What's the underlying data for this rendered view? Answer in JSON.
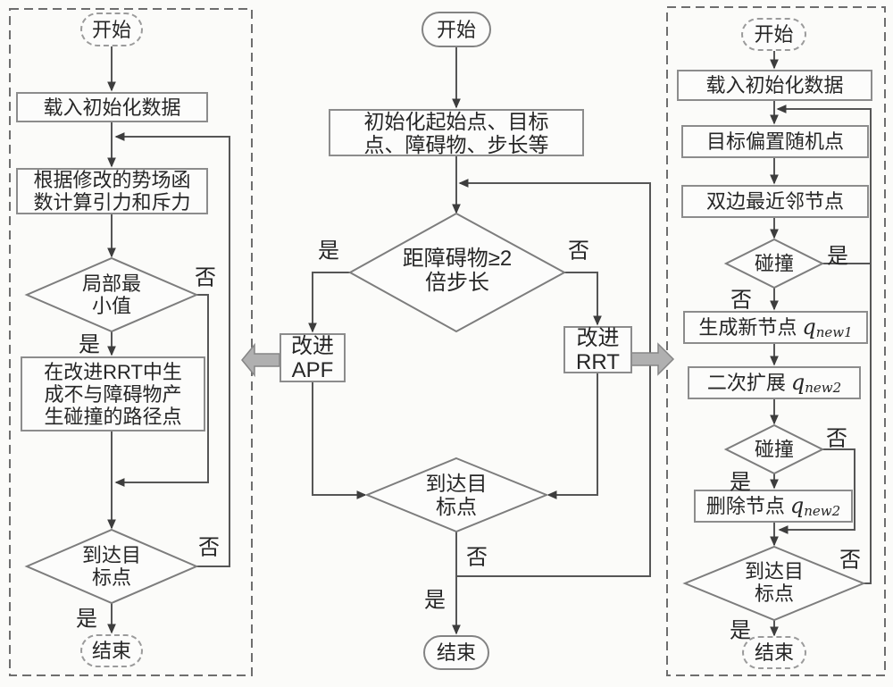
{
  "labels": {
    "yes": "是",
    "no": "否"
  },
  "colors": {
    "background": "#fbfbf9",
    "connector_line": "#565656",
    "arrowhead": "#3d3d3d",
    "box_border": "#8c8c8c",
    "dashed_container_border": "#6e6e6e",
    "text": "#262626",
    "fat_arrow_fill": "#b0b0b0",
    "fat_arrow_stroke": "#858585"
  },
  "left": {
    "start": "开始",
    "load_data": "载入初始化数据",
    "potential_lines": [
      "根据修改的势场函",
      "数计算引力和斥力"
    ],
    "local_min_lines": [
      "局部最",
      "小值"
    ],
    "rrt_path_lines": [
      "在改进RRT中生",
      "成不与障碍物产",
      "生碰撞的路径点"
    ],
    "reach_goal_lines": [
      "到达目",
      "标点"
    ],
    "end": "结束"
  },
  "middle": {
    "start": "开始",
    "init_lines": [
      "初始化起始点、目标",
      "点、障碍物、步长等"
    ],
    "distance_lines": [
      "距障碍物≥2",
      "倍步长"
    ],
    "apf_lines": [
      "改进",
      "APF"
    ],
    "rrt_lines": [
      "改进",
      "RRT"
    ],
    "reach_goal_lines": [
      "到达目",
      "标点"
    ],
    "end": "结束"
  },
  "right": {
    "start": "开始",
    "load_data": "载入初始化数据",
    "random_point": "目标偏置随机点",
    "nearest_node": "双边最近邻节点",
    "collision_1": "碰撞",
    "gen_node": {
      "prefix": "生成新节点",
      "symbol": "q",
      "sub": "new1"
    },
    "expand": {
      "prefix": "二次扩展",
      "symbol": "q",
      "sub": "new2"
    },
    "collision_2": "碰撞",
    "delete_node": {
      "prefix": "删除节点",
      "symbol": "q",
      "sub": "new2"
    },
    "reach_goal_lines": [
      "到达目",
      "标点"
    ],
    "end": "结束"
  }
}
